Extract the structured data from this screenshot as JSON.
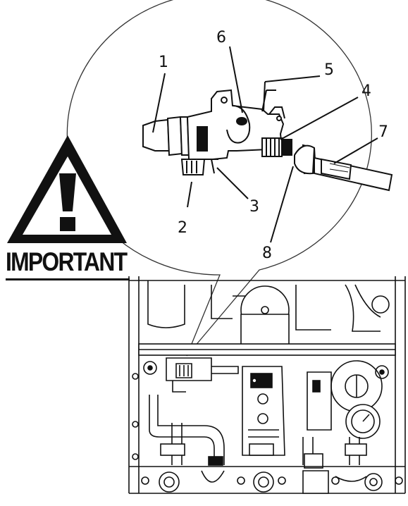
{
  "callouts": [
    "1",
    "2",
    "3",
    "4",
    "5",
    "6",
    "7",
    "8"
  ],
  "warning": {
    "label": "IMPORTANT",
    "symbol": "!"
  }
}
